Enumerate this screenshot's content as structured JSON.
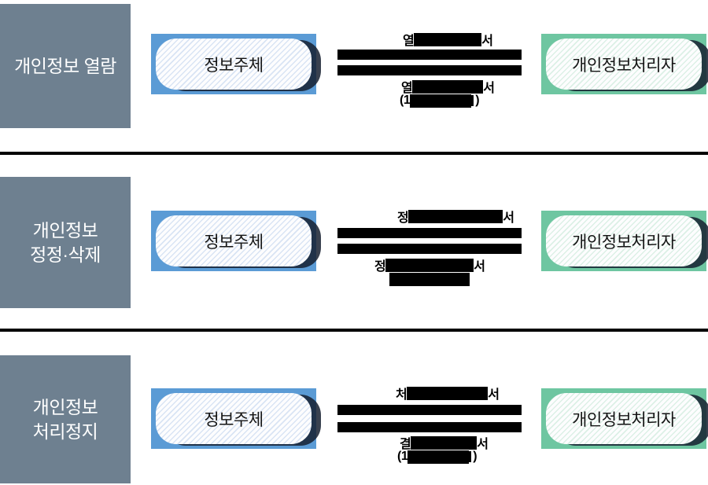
{
  "title": "개인정보 열람·정정·삭제·처리정지 절차 다이어그램",
  "colors": {
    "category_bg": "#6e8090",
    "subject_border": "#5b9bd5",
    "processor_border": "#6ec6a1",
    "redaction": "#000000",
    "divider": "#000000"
  },
  "rows": [
    {
      "category_line1": "개인정보 열람",
      "category_line2": "",
      "subject_label": "정보주체",
      "processor_label": "개인정보처리자",
      "request_prefix": "열",
      "request_suffix": "서",
      "response1_prefix": "열",
      "response1_suffix": "서",
      "response2_prefix": "(1",
      "response2_suffix": ")"
    },
    {
      "category_line1": "개인정보",
      "category_line2": "정정·삭제",
      "subject_label": "정보주체",
      "processor_label": "개인정보처리자",
      "request_prefix": "정",
      "request_suffix": "서",
      "response1_prefix": "정",
      "response1_suffix": "서"
    },
    {
      "category_line1": "개인정보",
      "category_line2": "처리정지",
      "subject_label": "정보주체",
      "processor_label": "개인정보처리자",
      "request_prefix": "처",
      "request_suffix": "서",
      "response1_prefix": "결",
      "response1_suffix": "서",
      "response2_prefix": "(1",
      "response2_suffix": ")"
    }
  ]
}
